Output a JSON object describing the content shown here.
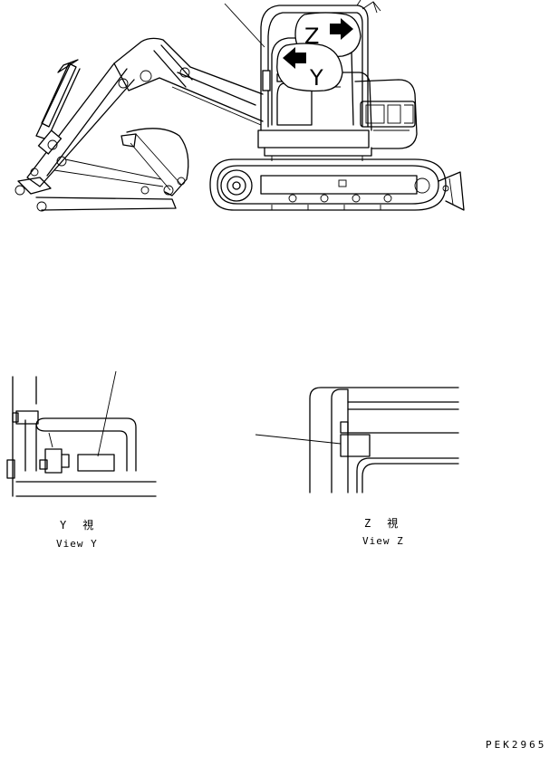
{
  "main_figure": {
    "label_z": "Z",
    "label_y": "Y"
  },
  "view_y": {
    "caption_jp": "Y　視",
    "caption_en": "View Y"
  },
  "view_z": {
    "caption_jp": "Z　視",
    "caption_en": "View Z"
  },
  "drawing_code": "PEK2965"
}
